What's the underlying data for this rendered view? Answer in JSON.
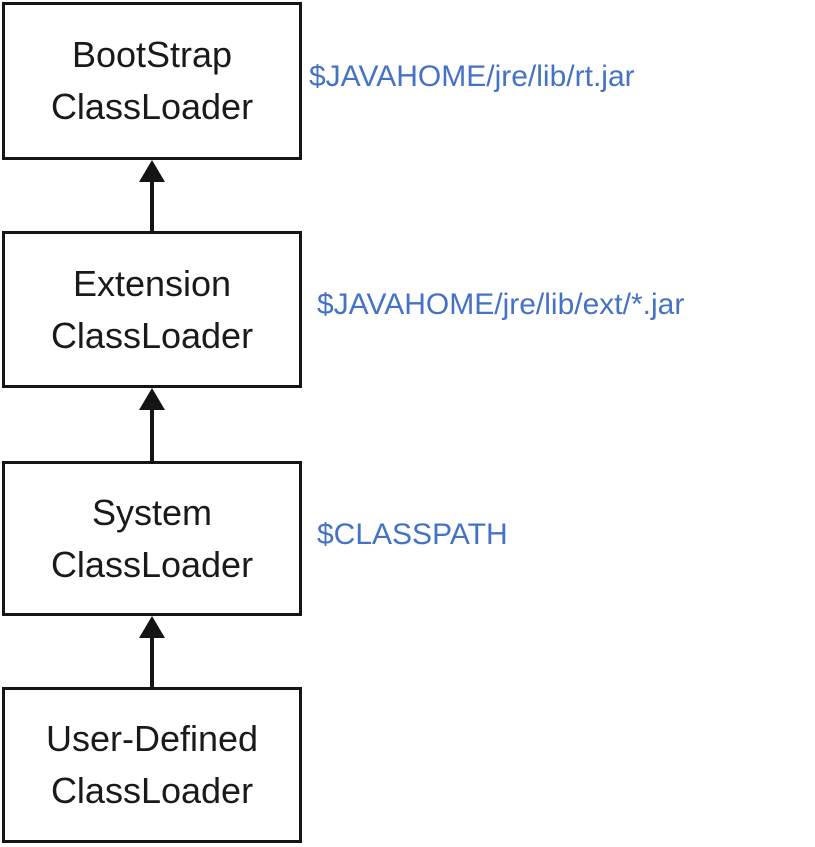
{
  "diagram": {
    "description": "ClassLoader hierarchy",
    "colors": {
      "annotation_blue": "#4472C4",
      "box_border": "#151515",
      "box_text": "#1a1a1a",
      "background": "#ffffff"
    },
    "boxes": [
      {
        "id": "bootstrap",
        "line1": "BootStrap",
        "line2": "ClassLoader",
        "annotation": "$JAVAHOME/jre/lib/rt.jar"
      },
      {
        "id": "extension",
        "line1": "Extension",
        "line2": "ClassLoader",
        "annotation": "$JAVAHOME/jre/lib/ext/*.jar"
      },
      {
        "id": "system",
        "line1": "System",
        "line2": "ClassLoader",
        "annotation": "$CLASSPATH"
      },
      {
        "id": "user_defined",
        "line1": "User-Defined",
        "line2": "ClassLoader",
        "annotation": ""
      }
    ],
    "arrows": [
      {
        "from": "user_defined",
        "to": "system",
        "direction": "up"
      },
      {
        "from": "system",
        "to": "extension",
        "direction": "up"
      },
      {
        "from": "extension",
        "to": "bootstrap",
        "direction": "up"
      }
    ]
  }
}
